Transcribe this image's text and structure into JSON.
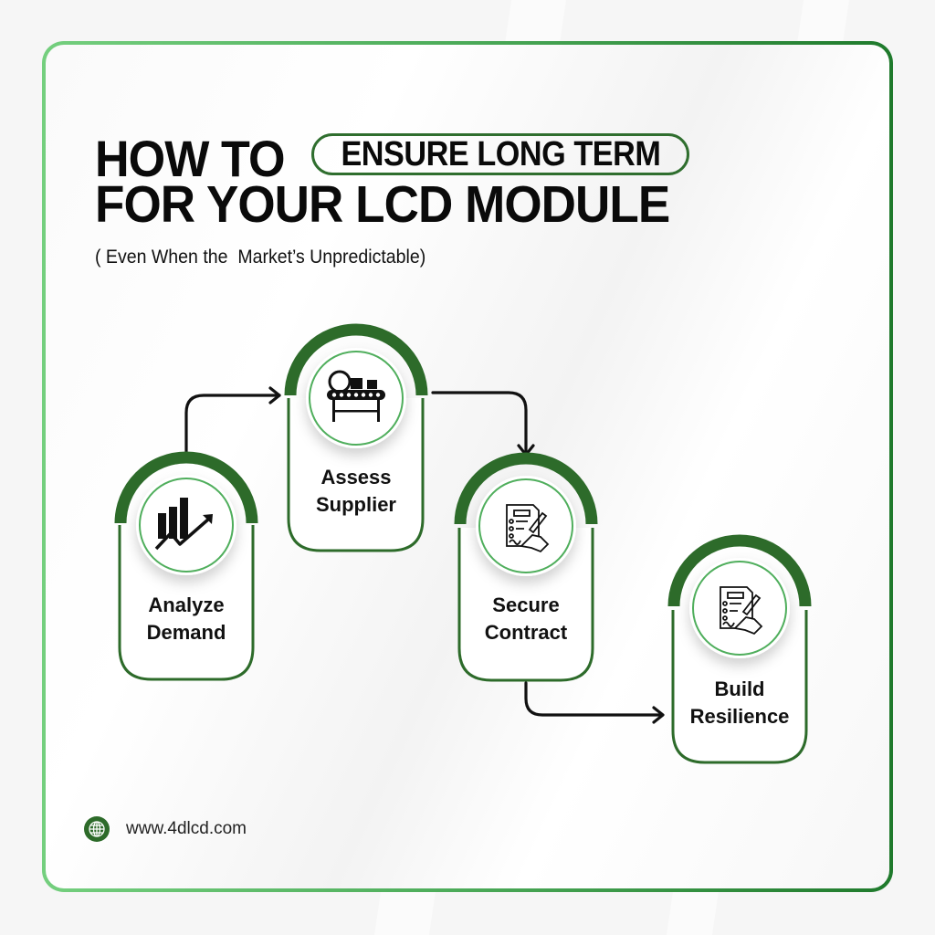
{
  "title": {
    "line1_prefix": "HOW TO",
    "highlight": "ENSURE LONG TERM",
    "line2": "FOR YOUR LCD MODULE",
    "subtitle": "( Even When the  Market’s Unpredictable)"
  },
  "steps": [
    {
      "label_line1": "Analyze",
      "label_line2": "Demand",
      "icon": "chart-growth-icon"
    },
    {
      "label_line1": "Assess",
      "label_line2": "Supplier",
      "icon": "conveyor-belt-icon"
    },
    {
      "label_line1": "Secure",
      "label_line2": "Contract",
      "icon": "contract-handshake-icon"
    },
    {
      "label_line1": "Build",
      "label_line2": "Resilience",
      "icon": "contract-handshake-icon"
    }
  ],
  "footer": {
    "icon": "globe-icon",
    "url": "www.4dlcd.com"
  },
  "colors": {
    "accent_dark_green": "#2d6b2a",
    "frame_light_green": "#74cf7e",
    "frame_dark_green": "#1f7a2c",
    "inner_circle_green": "#4fae5c",
    "text": "#0a0a0a"
  }
}
